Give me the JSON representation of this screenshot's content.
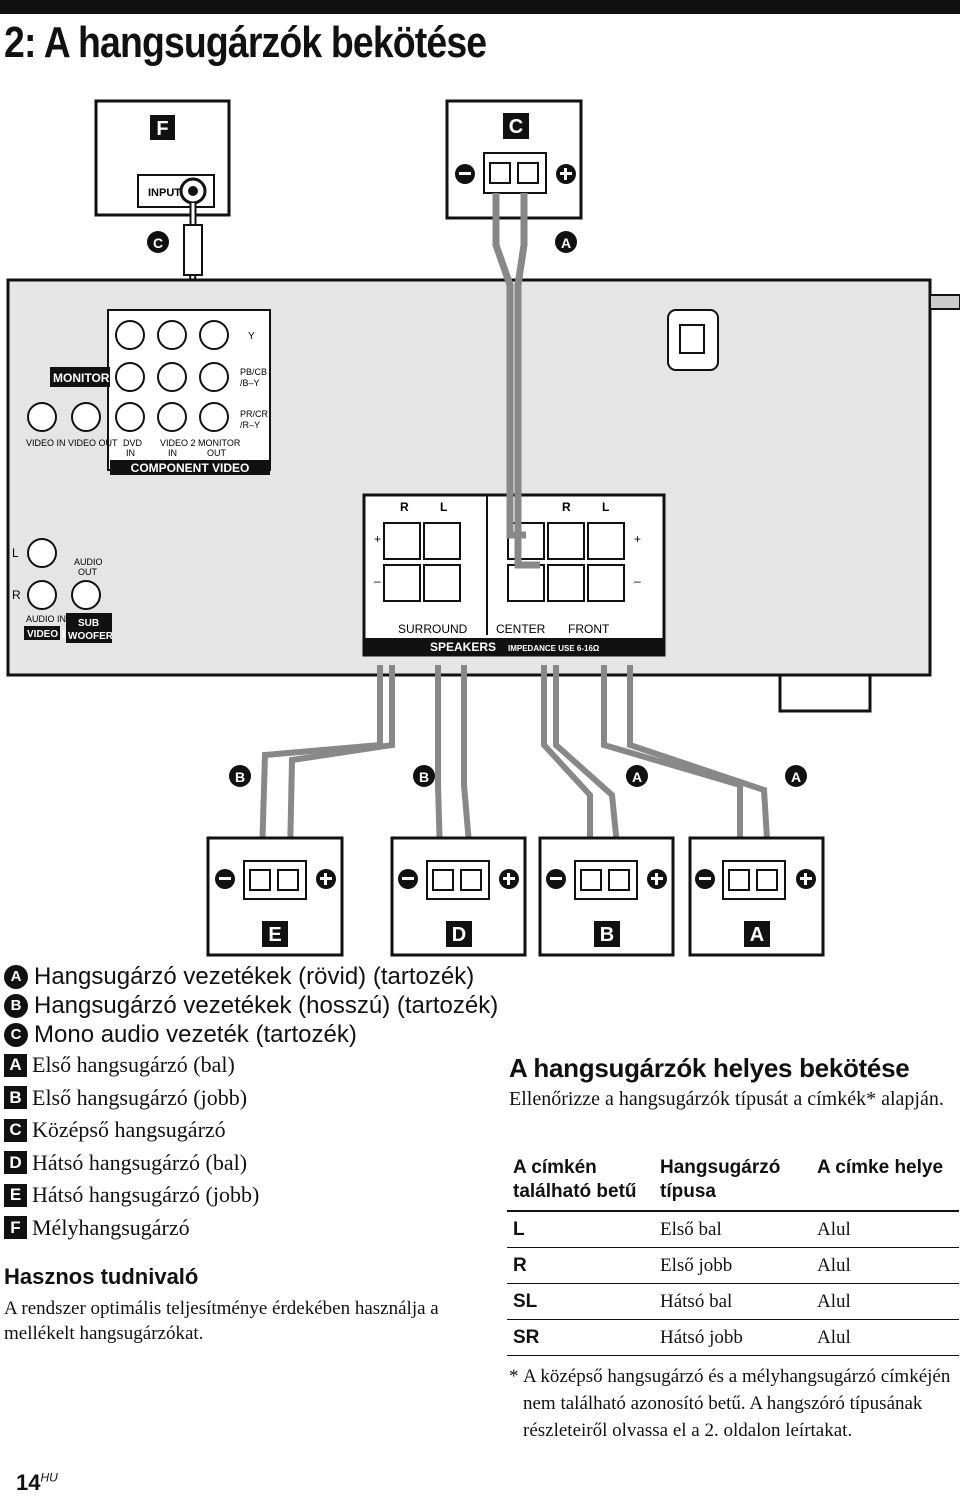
{
  "page_title": "2: A hangsugárzók bekötése",
  "diagram": {
    "subwoofer_input_label": "INPUT",
    "box_letters": {
      "F": "F",
      "C": "C",
      "E": "E",
      "D": "D",
      "B": "B",
      "A": "A"
    },
    "cable_letters": {
      "c": "C",
      "a": "A",
      "b": "B"
    },
    "receiver": {
      "monitor_label": "MONITOR",
      "y_label": "Y",
      "pb_label": "PB/CB",
      "pb_sub": "/B–Y",
      "pr_label": "PR/CR",
      "pr_sub": "/R–Y",
      "video_in": "VIDEO IN",
      "video_out": "VIDEO OUT",
      "dvd_in": [
        "DVD",
        "IN"
      ],
      "video2_in": [
        "VIDEO 2",
        "IN"
      ],
      "monitor_out": [
        "MONITOR",
        "OUT"
      ],
      "component_video": "COMPONENT VIDEO",
      "l_label": "L",
      "r_label": "R",
      "audio_out": [
        "AUDIO",
        "OUT"
      ],
      "audio_in": "AUDIO IN",
      "video1": "VIDEO 1",
      "sub_woofer": [
        "SUB",
        "WOOFER"
      ],
      "surround": "SURROUND",
      "center": "CENTER",
      "front": "FRONT",
      "speakers": "SPEAKERS",
      "impedance": "IMPEDANCE USE 6-16Ω",
      "terminal_R": "R",
      "terminal_L": "L",
      "plus": "+",
      "minus": "–"
    }
  },
  "legend": {
    "cables": [
      {
        "key": "A",
        "text": "Hangsugárzó vezetékek (rövid) (tartozék)"
      },
      {
        "key": "B",
        "text": "Hangsugárzó vezetékek (hosszú) (tartozék)"
      },
      {
        "key": "C",
        "text": "Mono audio vezeték (tartozék)"
      }
    ],
    "speakers": [
      {
        "key": "A",
        "text": "Első hangsugárzó (bal)"
      },
      {
        "key": "B",
        "text": "Első hangsugárzó (jobb)"
      },
      {
        "key": "C",
        "text": "Középső hangsugárzó"
      },
      {
        "key": "D",
        "text": "Hátsó hangsugárzó (bal)"
      },
      {
        "key": "E",
        "text": "Hátsó hangsugárzó (jobb)"
      },
      {
        "key": "F",
        "text": "Mélyhangsugárzó"
      }
    ]
  },
  "hint": {
    "title": "Hasznos tudnivaló",
    "text": "A rendszer optimális teljesítménye érdekében használja a mellékelt hangsugárzókat."
  },
  "right": {
    "title": "A hangsugárzók helyes bekötése",
    "intro": "Ellenőrizze a hangsugárzók típusát a címkék* alapján.",
    "table": {
      "headers": [
        "A címkén található betű",
        "Hangsugárzó típusa",
        "A címke helye"
      ],
      "rows": [
        [
          "L",
          "Első bal",
          "Alul"
        ],
        [
          "R",
          "Első jobb",
          "Alul"
        ],
        [
          "SL",
          "Hátsó bal",
          "Alul"
        ],
        [
          "SR",
          "Hátsó jobb",
          "Alul"
        ]
      ]
    },
    "note_star": "*",
    "note": "A középső hangsugárzó és a mélyhangsugárzó címkéjén nem található azonosító betű. A hangszóró típusának részleteiről olvassa el a 2. oldalon leírtakat."
  },
  "page_number": "14",
  "page_suffix": "HU"
}
